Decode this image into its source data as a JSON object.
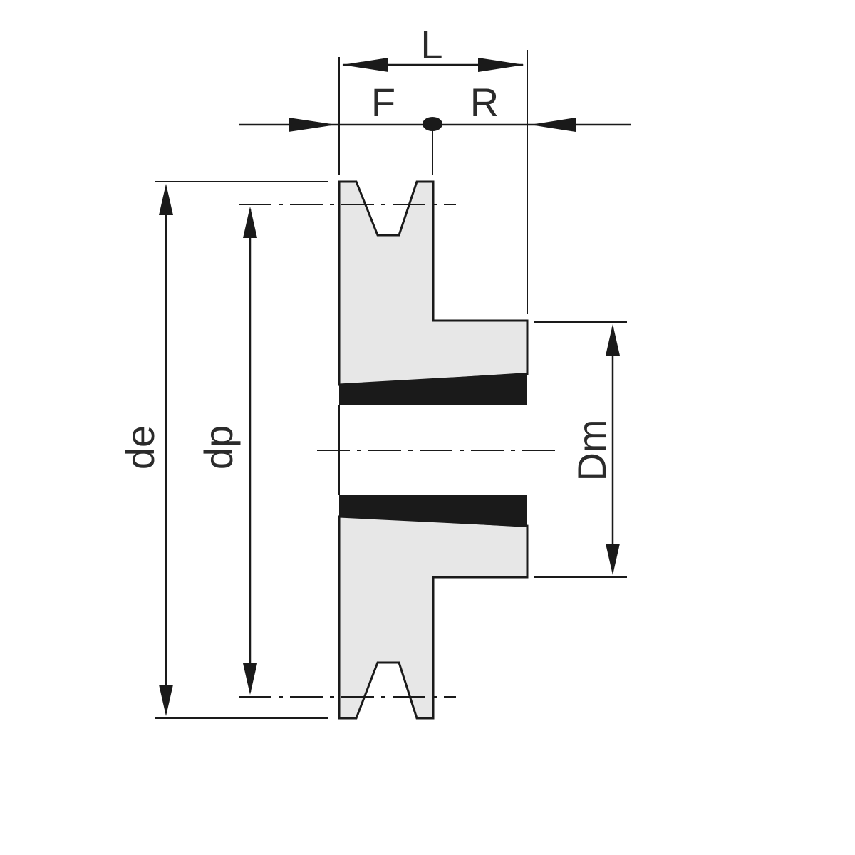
{
  "diagram": {
    "labels": {
      "length": "L",
      "front": "F",
      "rear": "R",
      "outside_diameter": "de",
      "pitch_diameter": "dp",
      "hub_diameter": "Dm"
    },
    "colors": {
      "body_fill": "#e7e7e7",
      "line": "#1a1a1a",
      "taper_bushing": "#1a1a1a",
      "background": "#ffffff"
    }
  }
}
